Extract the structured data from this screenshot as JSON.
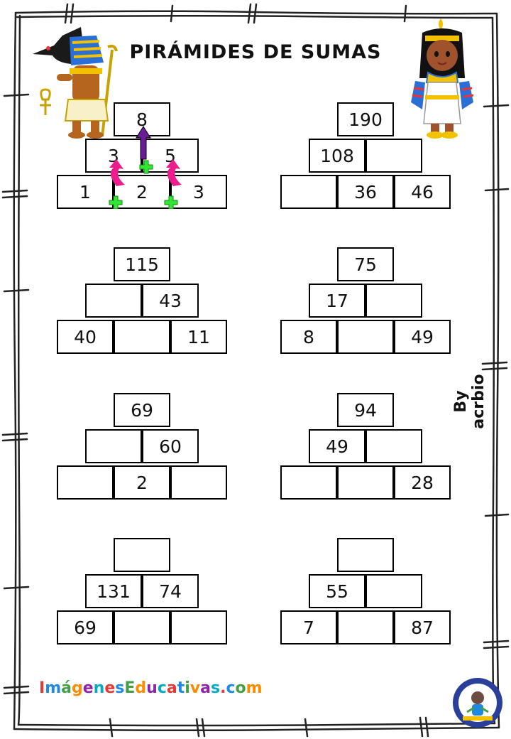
{
  "title": "PIRÁMIDES DE SUMAS",
  "byline": "By acrbio",
  "footer": {
    "site": "ImágenesEducativas.com",
    "site_colors": [
      "#e53935",
      "#1e88e5",
      "#43a047",
      "#fb8c00",
      "#8e24aa",
      "#00acc1",
      "#e53935",
      "#1e88e5",
      "#43a047",
      "#fb8c00",
      "#8e24aa",
      "#00acc1",
      "#e53935",
      "#1e88e5",
      "#43a047",
      "#fb8c00",
      "#8e24aa",
      "#00acc1",
      "#e53935",
      "#1e88e5",
      "#43a047",
      "#fb8c00"
    ],
    "logo_text": "http://www.imageneseducativas.com"
  },
  "example_arrow_colors": {
    "up": "#6a1b9a",
    "curved": "#ec1c8c",
    "plus": "#33e633"
  },
  "pyramids": [
    {
      "top": "8",
      "middle": [
        "3",
        "5"
      ],
      "bottom": [
        "1",
        "2",
        "3"
      ]
    },
    {
      "top": "190",
      "middle": [
        "108",
        ""
      ],
      "bottom": [
        "",
        "36",
        "46"
      ]
    },
    {
      "top": "115",
      "middle": [
        "",
        "43"
      ],
      "bottom": [
        "40",
        "",
        "11"
      ]
    },
    {
      "top": "75",
      "middle": [
        "17",
        ""
      ],
      "bottom": [
        "8",
        "",
        "49"
      ]
    },
    {
      "top": "69",
      "middle": [
        "",
        "60"
      ],
      "bottom": [
        "",
        "2",
        ""
      ]
    },
    {
      "top": "94",
      "middle": [
        "49",
        ""
      ],
      "bottom": [
        "",
        "",
        "28"
      ]
    },
    {
      "top": "",
      "middle": [
        "131",
        "74"
      ],
      "bottom": [
        "69",
        "",
        ""
      ]
    },
    {
      "top": "",
      "middle": [
        "55",
        ""
      ],
      "bottom": [
        "7",
        "",
        "87"
      ]
    }
  ]
}
